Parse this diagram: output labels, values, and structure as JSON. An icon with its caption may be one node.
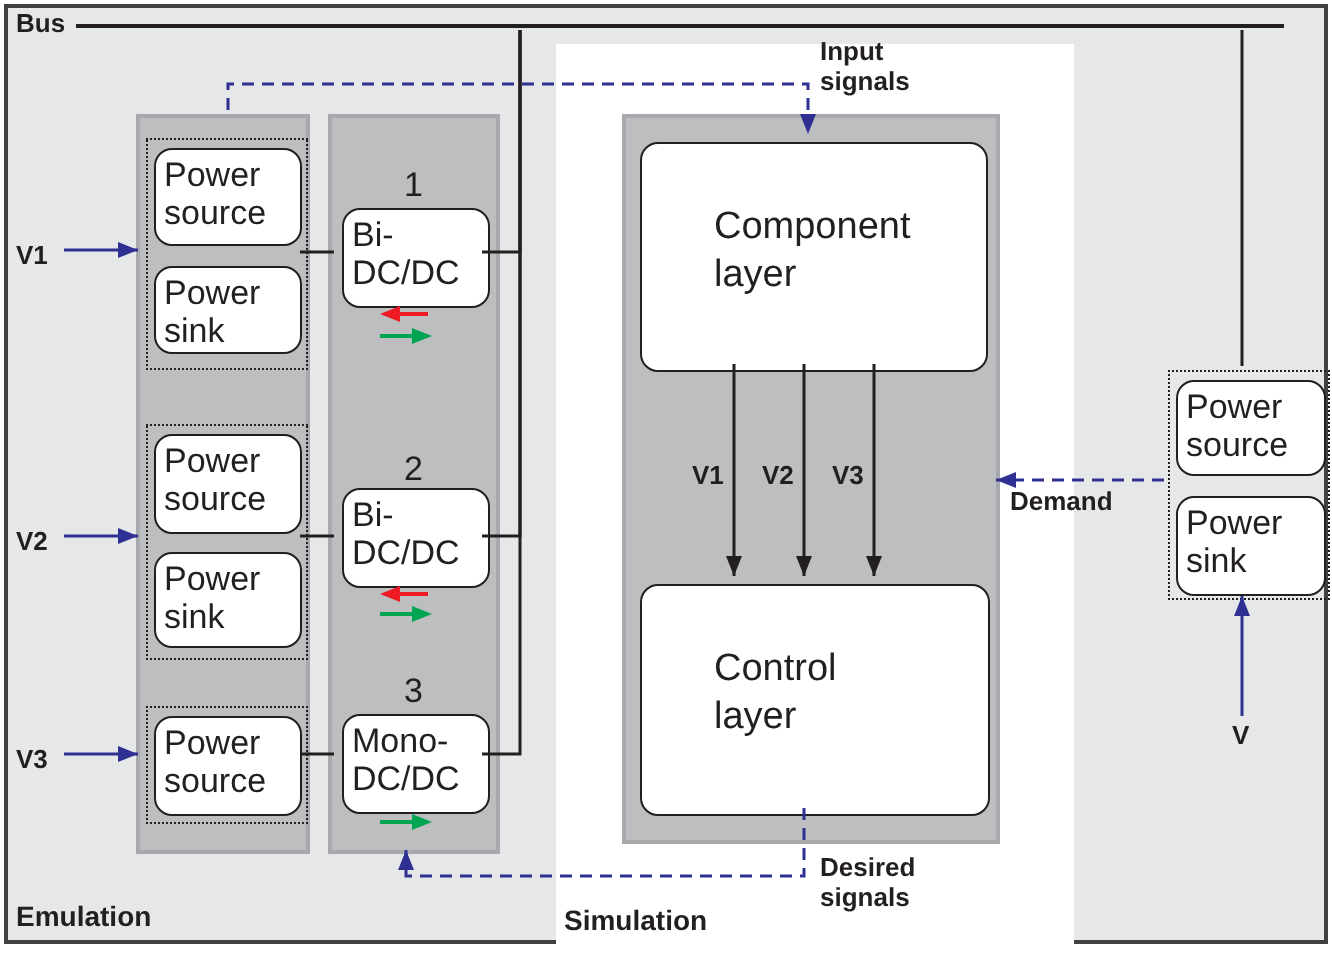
{
  "diagram": {
    "nodes": [
      {
        "text": [
          "Emulation"
        ]
      },
      {
        "text": [],
        "shape": "box",
        "in": 0
      },
      {
        "text": [],
        "shape": "box",
        "in": 1
      },
      {
        "text": [
          "Power source"
        ],
        "in": 2
      },
      {
        "text": [
          "Power sink"
        ],
        "in": 2
      },
      {
        "text": [],
        "shape": "box",
        "in": 1
      },
      {
        "text": [
          "Power source"
        ],
        "in": 5
      },
      {
        "text": [
          "Power sink"
        ],
        "in": 5
      },
      {
        "text": [],
        "shape": "box",
        "in": 1
      },
      {
        "text": [
          "Power source"
        ],
        "in": 8
      },
      {
        "text": [],
        "shape": "box",
        "in": 0
      },
      {
        "text": [
          "Bi- DC/DC"
        ],
        "beside": [
          "1"
        ],
        "in": 10
      },
      {
        "text": [
          "Bi- DC/DC"
        ],
        "beside": [
          "2"
        ],
        "in": 10
      },
      {
        "text": [
          "Mono- DC/DC"
        ],
        "beside": [
          "3"
        ],
        "in": 10
      },
      {
        "text": [
          "Simulation"
        ],
        "in": 0
      },
      {
        "text": [],
        "shape": "box",
        "in": 14
      },
      {
        "text": [
          "Component layer"
        ],
        "in": 15
      },
      {
        "text": [
          "Control layer"
        ],
        "in": 15
      },
      {
        "text": [],
        "shape": "box",
        "in": 0
      },
      {
        "text": [
          "Power source"
        ],
        "in": 18
      },
      {
        "text": [
          "Power sink"
        ],
        "in": 18
      },
      {
        "text": [
          "Bus"
        ],
        "in": 0
      },
      {
        "text": [
          "V1"
        ],
        "in": 0
      },
      {
        "text": [
          "V2"
        ],
        "in": 0
      },
      {
        "text": [
          "V3"
        ],
        "in": 0
      },
      {
        "text": [
          "V"
        ],
        "in": 0
      }
    ],
    "edges": [
      {
        "from": 22,
        "to": 2,
        "arrow": "to",
        "color": "#2e3192"
      },
      {
        "from": 23,
        "to": 5,
        "arrow": "to",
        "color": "#2e3192"
      },
      {
        "from": 24,
        "to": 8,
        "arrow": "to",
        "color": "#2e3192"
      },
      {
        "from": 25,
        "to": 18,
        "arrow": "to",
        "color": "#2e3192"
      },
      {
        "from": 2,
        "to": 11,
        "arrow": "none"
      },
      {
        "from": 5,
        "to": 12,
        "arrow": "none"
      },
      {
        "from": 8,
        "to": 13,
        "arrow": "none"
      },
      {
        "from": 11,
        "to": 21,
        "arrow": "none"
      },
      {
        "from": 12,
        "to": 21,
        "arrow": "none"
      },
      {
        "from": 13,
        "to": 21,
        "arrow": "none"
      },
      {
        "from": 18,
        "to": 21,
        "arrow": "none"
      },
      {
        "from": 1,
        "to": 16,
        "arrow": "to",
        "label": "Input signals",
        "style": "dashed",
        "color": "#2e3192"
      },
      {
        "from": 18,
        "to": 15,
        "arrow": "to",
        "label": "Demand",
        "style": "dashed",
        "color": "#2e3192"
      },
      {
        "from": 17,
        "to": 10,
        "arrow": "to",
        "label": "Desired signals",
        "style": "dashed",
        "color": "#2e3192"
      },
      {
        "from": 16,
        "to": 17,
        "arrow": "to",
        "label": "V1"
      },
      {
        "from": 16,
        "to": 17,
        "arrow": "to",
        "label": "V2"
      },
      {
        "from": 16,
        "to": 17,
        "arrow": "to",
        "label": "V3"
      }
    ]
  }
}
